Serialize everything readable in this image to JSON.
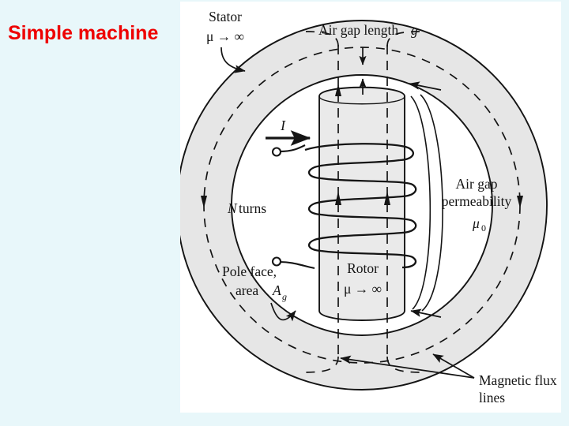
{
  "slide": {
    "title": "Simple machine",
    "title_color": "#ee0000",
    "background_color": "#e8f7fa",
    "panel_background": "#ffffff"
  },
  "figure": {
    "name": "simple-machine-cross-section",
    "iron_fill": "#e6e6e6",
    "line_color": "#141414",
    "labels": {
      "stator": "Stator",
      "stator_mu": "μ → ∞",
      "air_gap_length": "Air gap length",
      "air_gap_length_symbol": "g",
      "current": "I",
      "turns_n": "N",
      "turns_word": "turns",
      "air_gap_permeability_line1": "Air gap",
      "air_gap_permeability_line2": "permeability",
      "air_gap_permeability_symbol": "μ",
      "air_gap_permeability_sub": "0",
      "pole_face_line1": "Pole face,",
      "pole_face_line2": "area",
      "pole_face_symbol": "A",
      "pole_face_sub": "g",
      "rotor": "Rotor",
      "rotor_mu": "μ → ∞",
      "flux_line1": "Magnetic flux",
      "flux_line2": "lines"
    }
  }
}
